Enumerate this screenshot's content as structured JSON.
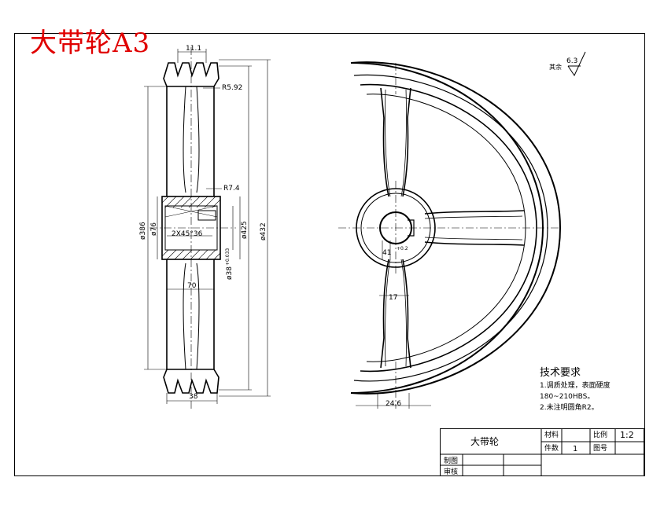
{
  "drawing": {
    "corner_title": "大带轮A3",
    "surface_finish_label": "其余",
    "surface_finish_value": "6.3"
  },
  "dimensions": {
    "d_top": "11.1",
    "d_r592": "R5.92",
    "d_r74": "R7.4",
    "d_386": "ø386",
    "d_76": "ø76",
    "d_425": "ø425",
    "d_432": "ø432",
    "d_chamfer": "2X45°36",
    "d_38": "ø38",
    "d_tol": "+0.033",
    "d_70": "70",
    "d_bottom": "38",
    "d_41": "41",
    "d_tol2": "+0.2",
    "d_17": "17",
    "d_246": "24.6"
  },
  "tech": {
    "heading": "技术要求",
    "line1": "1.调质处理，表面硬度180~210HBS。",
    "line2": "2.未注明圆角R2。"
  },
  "title_block": {
    "part_name": "大带轮",
    "material_label": "材料",
    "scale_label": "比例",
    "scale_value": "1:2",
    "qty_label": "件数",
    "qty_value": "1",
    "drawing_no_label": "图号",
    "drawn_label": "制图",
    "checked_label": "审核"
  }
}
